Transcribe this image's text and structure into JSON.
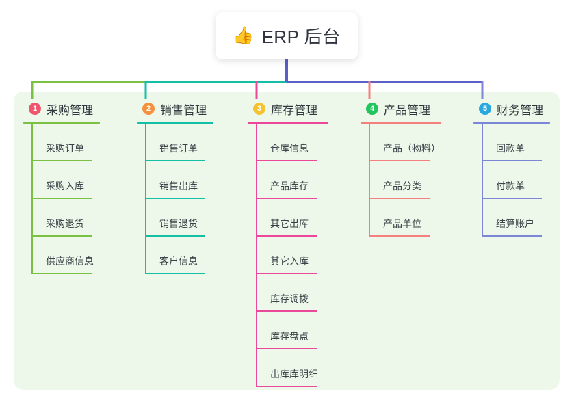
{
  "root": {
    "icon": "thumbs-up-icon",
    "emoji": "👍",
    "title": "ERP 后台"
  },
  "palette": {
    "panel_bg": "#eef8ea",
    "page_bg": "#ffffff",
    "root_text": "#2f3440",
    "trunk": "#5b5fc7",
    "bus_left": "#7ac143",
    "bus_mid": "#14bfa5",
    "bus_right": "#5b5fc7"
  },
  "columns": [
    {
      "number": "1",
      "badge_color": "#f0556d",
      "line_color": "#7ac143",
      "title": "采购管理",
      "items": [
        {
          "label": "采购订单"
        },
        {
          "label": "采购入库"
        },
        {
          "label": "采购退货"
        },
        {
          "label": "供应商信息"
        }
      ]
    },
    {
      "number": "2",
      "badge_color": "#f5913e",
      "line_color": "#14bfa5",
      "title": "销售管理",
      "items": [
        {
          "label": "销售订单"
        },
        {
          "label": "销售出库"
        },
        {
          "label": "销售退货"
        },
        {
          "label": "客户信息"
        }
      ]
    },
    {
      "number": "3",
      "badge_color": "#f5c230",
      "line_color": "#ec4899",
      "title": "库存管理",
      "items": [
        {
          "label": "仓库信息"
        },
        {
          "label": "产品库存"
        },
        {
          "label": "其它出库"
        },
        {
          "label": "其它入库"
        },
        {
          "label": "库存调拨"
        },
        {
          "label": "库存盘点"
        },
        {
          "label": "出库库明细"
        }
      ]
    },
    {
      "number": "4",
      "badge_color": "#22c55e",
      "line_color": "#f4807e",
      "title": "产品管理",
      "items": [
        {
          "label": "产品（物料）"
        },
        {
          "label": "产品分类"
        },
        {
          "label": "产品单位"
        }
      ]
    },
    {
      "number": "5",
      "badge_color": "#29a8e0",
      "line_color": "#7b87d4",
      "title": "财务管理",
      "items": [
        {
          "label": "回款单"
        },
        {
          "label": "付款单"
        },
        {
          "label": "结算账户"
        }
      ]
    }
  ]
}
